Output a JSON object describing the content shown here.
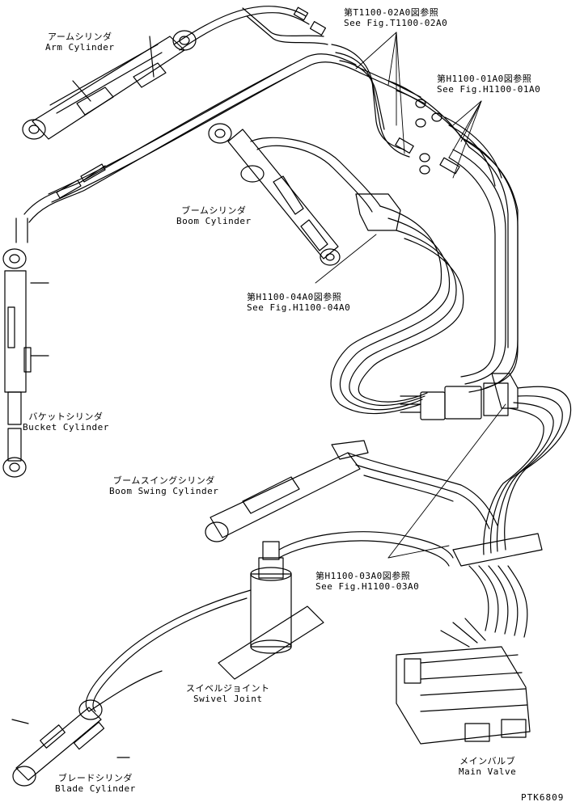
{
  "labels": {
    "arm_cylinder": {
      "jp": "アームシリンダ",
      "en": "Arm Cylinder"
    },
    "boom_cylinder": {
      "jp": "ブームシリンダ",
      "en": "Boom Cylinder"
    },
    "bucket_cylinder": {
      "jp": "バケットシリンダ",
      "en": "Bucket Cylinder"
    },
    "boom_swing_cylinder": {
      "jp": "ブームスイングシリンダ",
      "en": "Boom Swing Cylinder"
    },
    "swivel_joint": {
      "jp": "スイベルジョイント",
      "en": "Swivel Joint"
    },
    "blade_cylinder": {
      "jp": "ブレードシリンダ",
      "en": "Blade Cylinder"
    },
    "main_valve": {
      "jp": "メインバルブ",
      "en": "Main Valve"
    }
  },
  "references": {
    "t1100_02a0": {
      "jp": "第T1100-02A0図参照",
      "en": "See Fig.T1100-02A0"
    },
    "h1100_01a0": {
      "jp": "第H1100-01A0図参照",
      "en": "See Fig.H1100-01A0"
    },
    "h1100_04a0": {
      "jp": "第H1100-04A0図参照",
      "en": "See Fig.H1100-04A0"
    },
    "h1100_03a0": {
      "jp": "第H1100-03A0図参照",
      "en": "See Fig.H1100-03A0"
    }
  },
  "drawing_number": "PTK6809"
}
